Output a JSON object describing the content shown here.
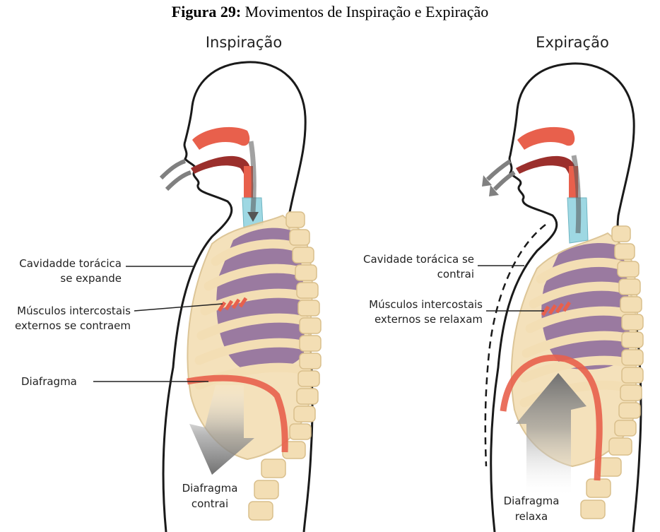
{
  "figure": {
    "title_bold": "Figura 29:",
    "title_rest": " Movimentos de Inspiração e Expiração"
  },
  "panels": [
    {
      "heading": "Inspiração",
      "labels": {
        "cavity_line1": "Cavidadde torácica",
        "cavity_line2": "se expande",
        "muscles_line1": "Músculos intercostais",
        "muscles_line2": "externos se contraem",
        "diaphragm": "Diafragma",
        "diaphragm_state_line1": "Diafragma",
        "diaphragm_state_line2": "contrai"
      }
    },
    {
      "heading": "Expiração",
      "labels": {
        "cavity_line1": "Cavidade torácica se",
        "cavity_line2": "contrai",
        "muscles_line1": "Músculos intercostais",
        "muscles_line2": "externos se relaxam",
        "diaphragm_state_line1": "Diafragma",
        "diaphragm_state_line2": "relaxa"
      }
    }
  ],
  "colors": {
    "airway": "#e8604c",
    "airway_dark": "#9b2f2c",
    "trachea": "#9ed8e3",
    "lungs": "#9a7aa0",
    "ribs": "#f3deb4",
    "rib_outline": "#d9bf8c",
    "diaphragm": "#e8604c",
    "arrow": "#808080"
  }
}
